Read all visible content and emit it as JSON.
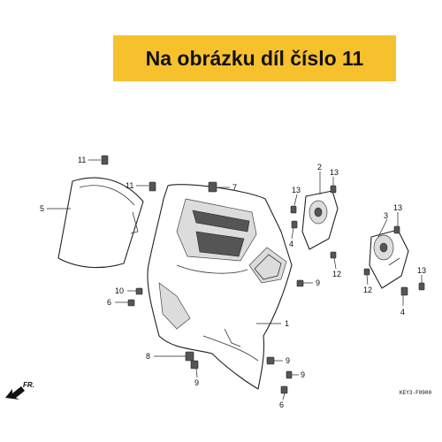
{
  "banner": {
    "text": "Na obrázku díl číslo 11",
    "color": "#f7c12e"
  },
  "diagram_code": "KEY3-F0900",
  "direction_label": "FR.",
  "callouts": {
    "c11a": "11",
    "c11b": "11",
    "c5": "5",
    "c7": "7",
    "c2": "2",
    "c13a": "13",
    "c13b": "13",
    "c4a": "4",
    "c12a": "12",
    "c3": "3",
    "c13c": "13",
    "c13d": "13",
    "c12b": "12",
    "c4b": "4",
    "c9a": "9",
    "c10": "10",
    "c6a": "6",
    "c1": "1",
    "c8": "8",
    "c9b": "9",
    "c9c": "9",
    "c9d": "9",
    "c6b": "6"
  }
}
